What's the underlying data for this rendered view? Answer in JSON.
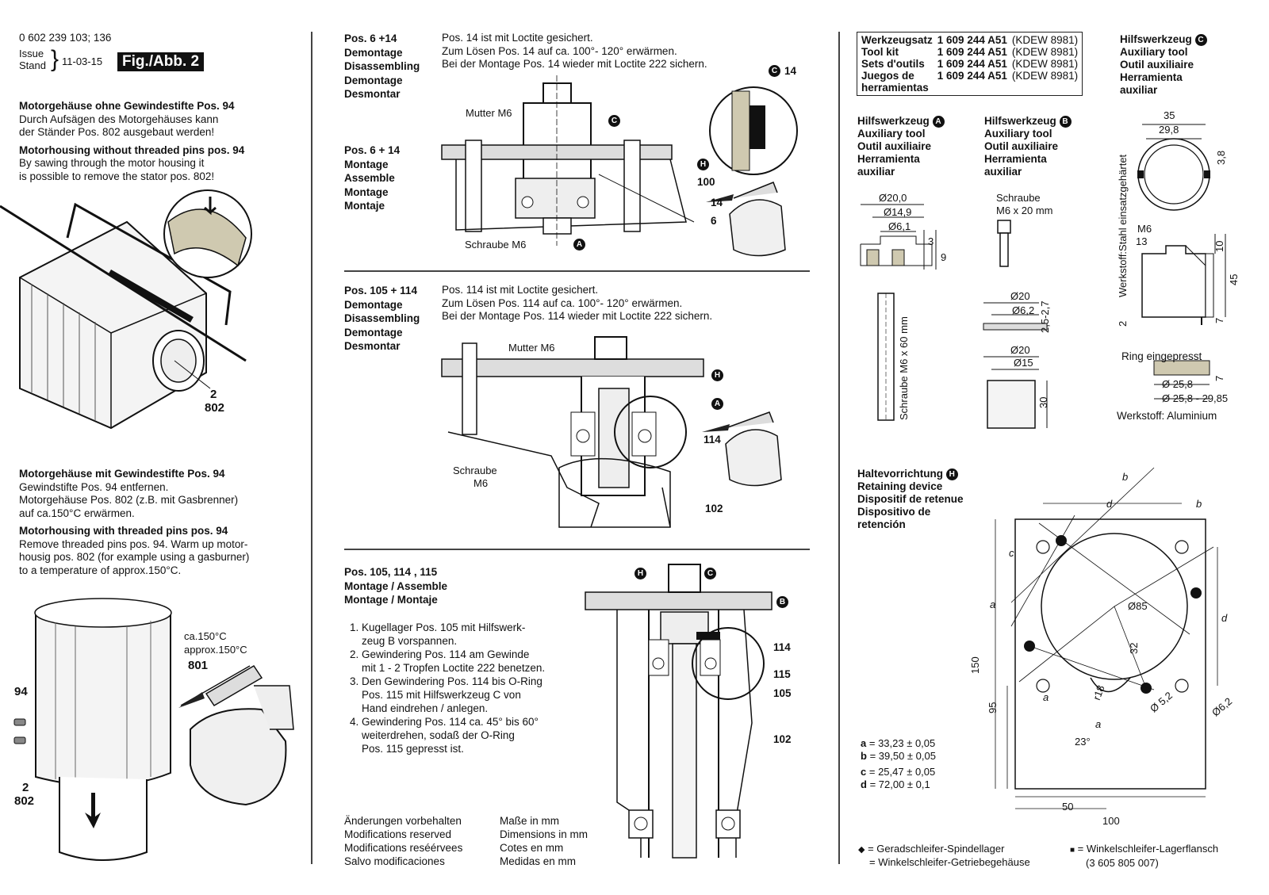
{
  "header": {
    "part_number": "0 602 239 103; 136",
    "issue_label": "Issue",
    "stand_label": "Stand",
    "date": "11-03-15",
    "fig_tag": "Fig./Abb. 2"
  },
  "left": {
    "sec1_title_de": "Motorgehäuse ohne Gewindestifte Pos. 94",
    "sec1_text_de": [
      "Durch Aufsägen des Motorgehäuses kann",
      "der Ständer Pos. 802 ausgebaut werden!"
    ],
    "sec1_title_en": "Motorhousing without threaded pins pos. 94",
    "sec1_text_en": [
      "By sawing through the motor housing it",
      "is possible to remove the stator pos. 802!"
    ],
    "fig1_labels": [
      "2",
      "802"
    ],
    "sec2_title_de": "Motorgehäuse mit Gewindestifte Pos. 94",
    "sec2_text_de": [
      "Gewindstifte Pos. 94 entfernen.",
      "Motorgehäuse Pos. 802 (z.B. mit Gasbrenner)",
      "auf ca.150°C erwärmen."
    ],
    "sec2_title_en": "Motorhousing with threaded pins pos. 94",
    "sec2_text_en": [
      "Remove threaded pins pos. 94. Warm up motor-",
      "housig pos. 802 (for example using a gasburner)",
      "to a temperature of approx.150°C."
    ],
    "fig2_labels": {
      "temp_de": "ca.150°C",
      "temp_en": "approx.150°C",
      "p801": "801",
      "p94": "94",
      "p2": "2",
      "p802": "802"
    }
  },
  "middle": {
    "sec1_head": [
      "Pos. 6 +14",
      "Demontage",
      "Disassembling",
      "Demontage",
      "Desmontar"
    ],
    "sec1_head2": [
      "Pos. 6 + 14",
      "Montage",
      "Assemble",
      "Montage",
      "Montaje"
    ],
    "sec1_text": [
      "Pos. 14 ist mit Loctite gesichert.",
      "Zum Lösen Pos. 14 auf ca. 100°- 120° erwärmen.",
      "Bei der Montage Pos. 14 wieder mit Loctite 222 sichern."
    ],
    "sec1_labels": {
      "mutter": "Mutter M6",
      "schraube": "Schraube M6",
      "c": "C",
      "h": "H",
      "a": "A",
      "p100": "100",
      "p14": "14",
      "p6": "6",
      "p14b": "14"
    },
    "sec2_head": [
      "Pos. 105 + 114",
      "Demontage",
      "Disassembling",
      "Demontage",
      "Desmontar"
    ],
    "sec2_text": [
      "Pos. 114 ist mit Loctite gesichert.",
      "Zum Lösen Pos. 114 auf ca. 100°- 120° erwärmen.",
      "Bei der Montage Pos. 114 wieder mit Loctite 222 sichern."
    ],
    "sec2_labels": {
      "mutter": "Mutter M6",
      "schraube": "Schraube",
      "m6": "M6",
      "h": "H",
      "a": "A",
      "p114": "114",
      "p102": "102"
    },
    "sec3_head": [
      "Pos. 105, 114 , 115",
      "Montage / Assemble",
      "Montage / Montaje"
    ],
    "sec3_steps": [
      [
        "Kugellager Pos. 105 mit Hilfswerk-",
        "zeug B vorspannen."
      ],
      [
        "Gewindering Pos. 114 am Gewinde",
        "mit 1 - 2 Tropfen Loctite 222 benetzen."
      ],
      [
        "Den Gewindering Pos. 114 bis O-Ring",
        "Pos. 115 mit Hilfswerkzeug C von",
        "Hand eindrehen / anlegen."
      ],
      [
        "Gewindering Pos. 114 ca. 45° bis 60°",
        "weiterdrehen, sodaß der O-Ring",
        "Pos. 115 gepresst ist."
      ]
    ],
    "sec3_labels": {
      "h": "H",
      "c": "C",
      "b": "B",
      "p114": "114",
      "p115": "115",
      "p105": "105",
      "p102": "102"
    },
    "footer_left": [
      "Änderungen vorbehalten",
      "Modifications reserved",
      "Modifications reséérvees",
      "Salvo modificaciones"
    ],
    "footer_right": [
      "Maße in mm",
      "Dimensions in mm",
      "Cotes en mm",
      "Medidas en mm"
    ]
  },
  "right": {
    "kit": {
      "rows": [
        [
          "Werkzeugsatz",
          "1 609 244 A51",
          "(KDEW 8981)"
        ],
        [
          "Tool kit",
          "1 609 244 A51",
          "(KDEW 8981)"
        ],
        [
          "Sets d'outils",
          "1 609 244 A51",
          "(KDEW 8981)"
        ],
        [
          "Juegos de",
          "1 609 244 A51",
          "(KDEW 8981)"
        ],
        [
          "herramientas",
          "",
          ""
        ]
      ]
    },
    "tool_c_head": [
      "Hilfswerkzeug",
      "Auxiliary tool",
      "Outil auxiliaire",
      "Herramienta",
      "auxiliar"
    ],
    "tool_a_head": [
      "Hilfswerkzeug",
      "Auxiliary tool",
      "Outil auxiliaire",
      "Herramienta",
      "auxiliar"
    ],
    "tool_b_head": [
      "Hilfswerkzeug",
      "Auxiliary tool",
      "Outil auxiliaire",
      "Herramienta",
      "auxiliar"
    ],
    "tool_a_dims": {
      "d20": "Ø20,0",
      "d149": "Ø14,9",
      "d61": "Ø6,1",
      "h3": "3",
      "h9": "9",
      "screw": "Schraube M6 x 60 mm"
    },
    "tool_b_dims": {
      "screw": "Schraube",
      "screw2": "M6 x 20 mm",
      "d20a": "Ø20",
      "d62": "Ø6,2",
      "h2527": "2,5-2,7",
      "d20b": "Ø20",
      "d15": "Ø15",
      "h30": "30"
    },
    "tool_c_dims": {
      "d35": "35",
      "d298": "29,8",
      "h38": "3,8",
      "m6": "M6",
      "d13": "13",
      "h10": "10",
      "h45": "45",
      "h7": "7",
      "h2": "2",
      "mat_side": "Werkstoff:Stahl einsatzgehärtet",
      "ring": "Ring eingepresst",
      "ring_h": "7",
      "d258": "Ø 25,8",
      "d2585": "Ø 25,8 - 29,85",
      "mat": "Werkstoff: Aluminium"
    },
    "retain_head": [
      "Haltevorrichtung",
      "Retaining device",
      "Dispositif de retenue",
      "Dispositivo de",
      "retención"
    ],
    "retain_dims": {
      "b": "b",
      "d": "d",
      "c": "c",
      "a": "a",
      "d85": "Ø85",
      "h32": "32",
      "r18": "r18",
      "h150": "150",
      "h95": "95",
      "ang": "23°",
      "d52": "Ø 5,2",
      "d62": "Ø6,2",
      "w50": "50",
      "w100": "100"
    },
    "tolerances": [
      [
        "a",
        "= 33,23 ± 0,05"
      ],
      [
        "b",
        "= 39,50 ± 0,05"
      ],
      [
        "c",
        "= 25,47 ± 0,05"
      ],
      [
        "d",
        "= 72,00 ± 0,1"
      ]
    ],
    "legend": {
      "l1": "= Geradschleifer-Spindellager",
      "l2": "= Winkelschleifer-Getriebegehäuse",
      "r1": "= Winkelschleifer-Lagerflansch",
      "r2": "(3 605 805 007)"
    }
  }
}
